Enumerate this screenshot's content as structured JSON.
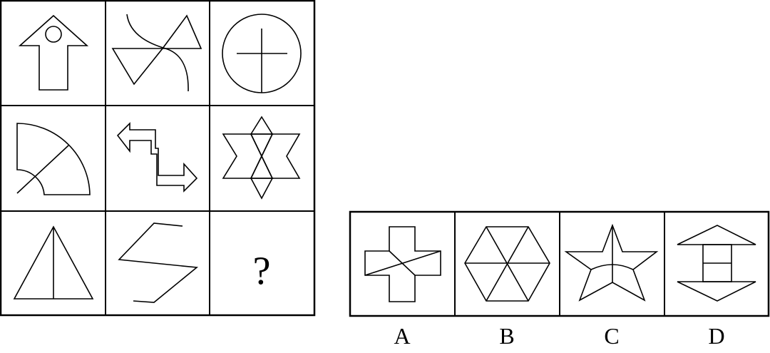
{
  "question_mark": "?",
  "options": [
    {
      "label": "A",
      "shape": "cross-with-diagonal"
    },
    {
      "label": "B",
      "shape": "hexagon-six-triangles"
    },
    {
      "label": "C",
      "shape": "star-with-inner-lines"
    },
    {
      "label": "D",
      "shape": "double-arrow-column"
    }
  ],
  "grid_cells": [
    {
      "shape": "up-arrow-with-circle"
    },
    {
      "shape": "bowtie-triangles-with-curve"
    },
    {
      "shape": "circle-with-cross"
    },
    {
      "shape": "quarter-ring-sector-with-line"
    },
    {
      "shape": "double-arrow-step"
    },
    {
      "shape": "six-pointed-star-diamonds"
    },
    {
      "shape": "triangle-with-median"
    },
    {
      "shape": "zigzag-swastika-like"
    },
    {
      "shape": "unknown"
    }
  ]
}
